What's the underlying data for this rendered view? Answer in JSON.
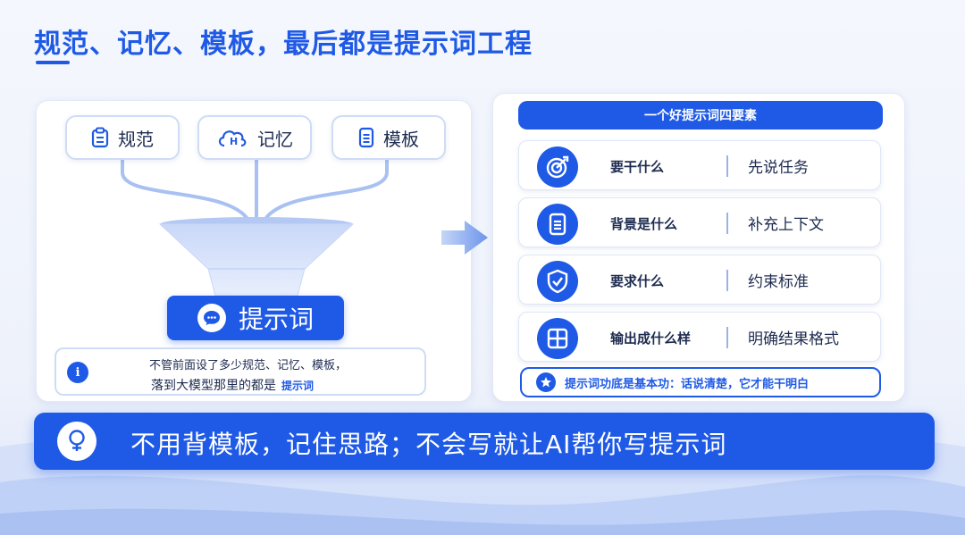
{
  "title": "规范、记忆、模板，最后都是提示词工程",
  "sources": [
    {
      "label": "规范",
      "icon": "clipboard-icon"
    },
    {
      "label": "记忆",
      "icon": "cloud-memory-icon"
    },
    {
      "label": "模板",
      "icon": "document-icon"
    }
  ],
  "funnel_output": {
    "label": "提示词",
    "icon": "chat-bubble-icon"
  },
  "info": {
    "line1": "不管前面设了多少规范、记忆、模板，",
    "line2": "落到大模型那里的都是",
    "line2_emphasis": "提示词"
  },
  "elements_panel": {
    "header": "一个好提示词四要素",
    "rows": [
      {
        "question": "要干什么",
        "answer": "先说任务",
        "icon": "target-icon"
      },
      {
        "question": "背景是什么",
        "answer": "补充上下文",
        "icon": "document-icon"
      },
      {
        "question": "要求什么",
        "answer": "约束标准",
        "icon": "shield-check-icon"
      },
      {
        "question": "输出成什么样",
        "answer": "明确结果格式",
        "icon": "grid-icon"
      }
    ],
    "footer": "提示词功底是基本功：话说清楚，它才能干明白"
  },
  "banner": {
    "text": "不用背模板，记住思路；不会写就让AI帮你写提示词",
    "icon": "lightbulb-icon"
  },
  "colors": {
    "accent": "#1f5ae6",
    "border": "#cfdcf6",
    "funnel": "#a9c1f2"
  }
}
